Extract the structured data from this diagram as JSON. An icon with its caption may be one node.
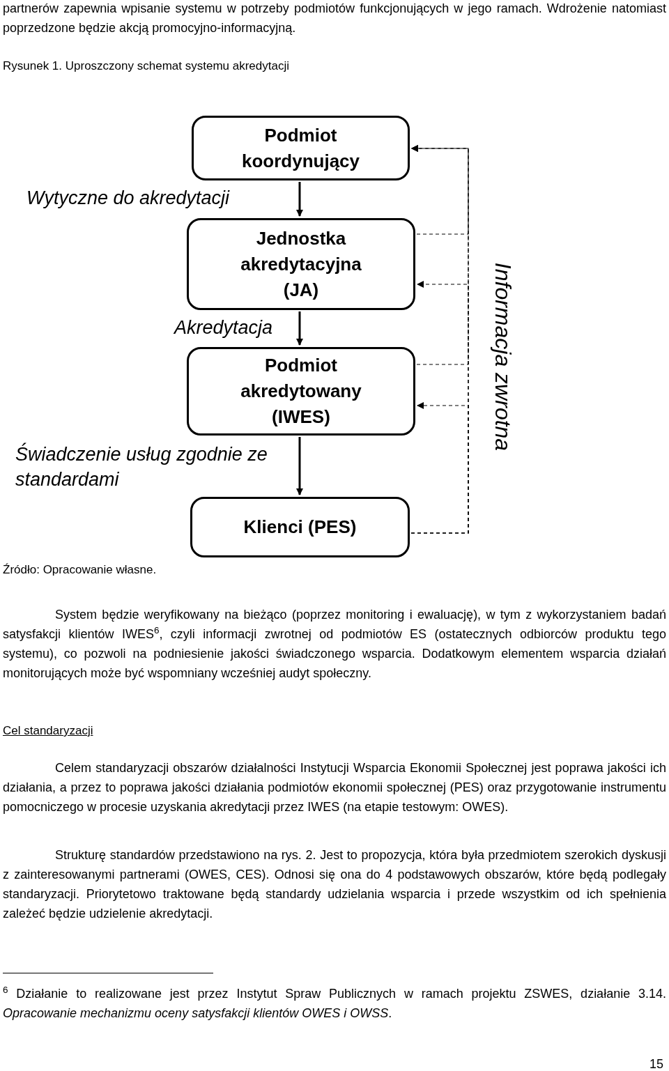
{
  "diagram": {
    "title": "Rysunek 1. Uproszczony schemat systemu akredytacji",
    "caption": "Źródło: Opracowanie własne.",
    "nodes": [
      {
        "text": [
          "Podmiot koordynujący"
        ]
      },
      {
        "text": [
          "Jednostka akredytacyjna (JA)"
        ]
      },
      {
        "text": [
          "Podmiot akredytowany (IWES)"
        ]
      },
      {
        "text": [
          "Klienci (PES)"
        ]
      }
    ],
    "edges": [
      {
        "from": 0,
        "to": 1,
        "arrow": "to",
        "label": "Wytyczne do akredytacji"
      },
      {
        "from": 1,
        "to": 2,
        "arrow": "to",
        "label": "Akredytacja"
      },
      {
        "from": 2,
        "to": 3,
        "arrow": "to",
        "label": "Świadczenie usług zgodnie ze standardami"
      },
      {
        "from": 3,
        "to": 0,
        "arrow": "to",
        "style": "dashed"
      },
      {
        "from": 3,
        "to": 1,
        "arrow": "to",
        "style": "dashed"
      },
      {
        "from": 3,
        "to": 2,
        "arrow": "to",
        "style": "dashed"
      },
      {
        "from": 1,
        "to": 0,
        "arrow": "to",
        "style": "dashed"
      },
      {
        "from": 2,
        "to": 0,
        "arrow": "to",
        "style": "dashed"
      }
    ],
    "labels": [
      "partnerów zapewnia wpisanie systemu w potrzeby podmiotów funkcjonujących w jego ramach. Wdrożenie natomiast poprzedzone będzie akcją promocyjno-informacyjną.",
      "Informacja zwrotna",
      "System będzie weryfikowany na bieżąco (poprzez monitoring i ewaluację), w tym z wykorzystaniem badań satysfakcji klientów IWES$^{6}$, czyli informacji zwrotnej od podmiotów ES (ostatecznych odbiorców produktu tego systemu), co pozwoli na podniesienie jakości świadczonego wsparcia. Dodatkowym elementem wsparcia działań monitorujących może być wspomniany wcześniej audyt społeczny.",
      "Cel standaryzacji",
      "Celem standaryzacji obszarów działalności Instytucji Wsparcia Ekonomii Społecznej jest poprawa jakości ich działania, a przez to poprawa jakości działania podmiotów ekonomii społecznej (PES) oraz przygotowanie instrumentu pomocniczego w procesie uzyskania akredytacji przez IWES (na etapie testowym: OWES).",
      "Strukturę standardów przedstawiono na rys. 2. Jest to propozycja, która była przedmiotem szerokich dyskusji z zainteresowanymi partnerami (OWES, CES). Odnosi się ona do 4 podstawowych obszarów, które będą podlegały standaryzacji. Priorytetowo traktowane będą standardy udzielania wsparcia i przede wszystkim od ich spełnienia zależeć będzie udzielenie akredytacji.",
      "$^{6}$ Działanie to realizowane jest przez Instytut Spraw Publicznych w ramach projektu ZSWES, działanie 3.14. *Opracowanie mechanizmu oceny satysfakcji klientów OWES i OWSS*.",
      "15"
    ]
  }
}
